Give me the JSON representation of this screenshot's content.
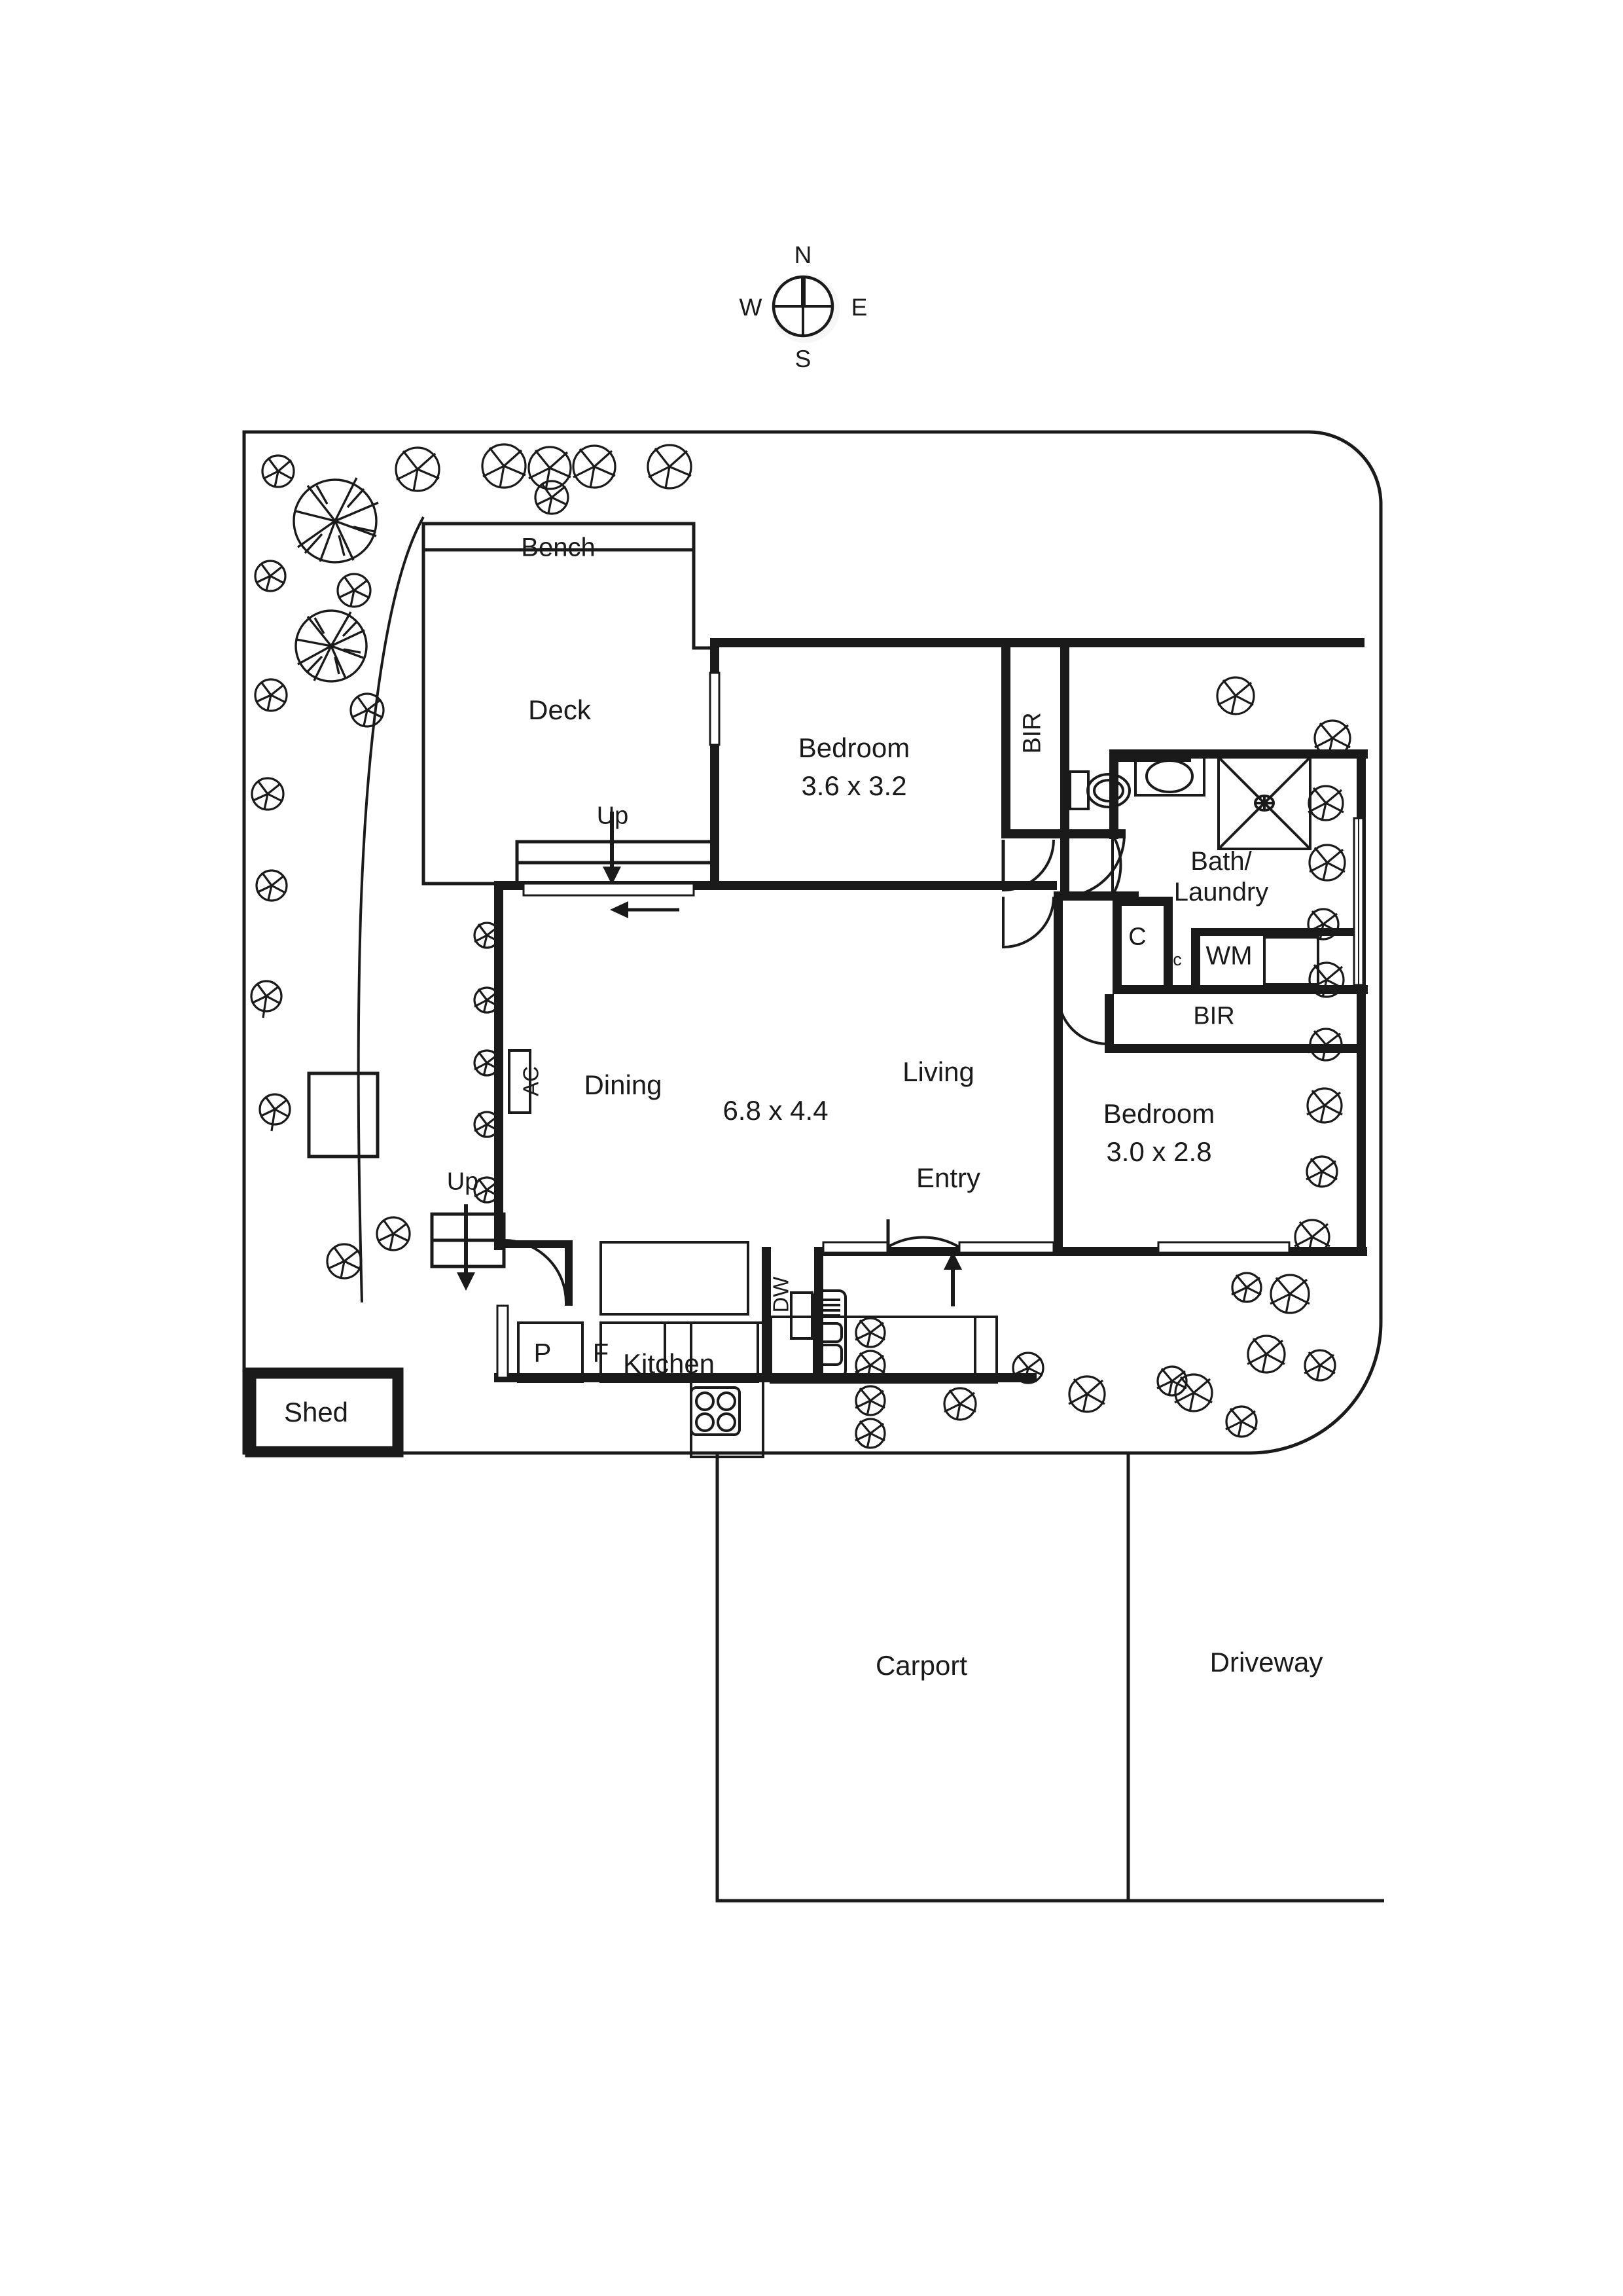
{
  "document": {
    "type": "residential-floor-plan",
    "line_color": "#1a1a1a",
    "background_color": "#ffffff"
  },
  "compass": {
    "name": "compass-rose",
    "north": "N",
    "east": "E",
    "south": "S",
    "west": "W"
  },
  "rooms": [
    {
      "key": "bench",
      "label": "Bench",
      "dims": ""
    },
    {
      "key": "deck",
      "label": "Deck",
      "dims": ""
    },
    {
      "key": "bedroom1",
      "label": "Bedroom",
      "dims": "3.6 x 3.2"
    },
    {
      "key": "bedroom2",
      "label": "Bedroom",
      "dims": "3.0 x 2.8"
    },
    {
      "key": "bath_laundry",
      "label": "Bath/\nLaundry",
      "dims": ""
    },
    {
      "key": "dining",
      "label": "Dining",
      "dims": ""
    },
    {
      "key": "living",
      "label": "Living",
      "dims": ""
    },
    {
      "key": "open_plan",
      "label": "",
      "dims": "6.8 x 4.4"
    },
    {
      "key": "kitchen",
      "label": "Kitchen",
      "dims": ""
    },
    {
      "key": "entry",
      "label": "Entry",
      "dims": ""
    },
    {
      "key": "shed",
      "label": "Shed",
      "dims": ""
    },
    {
      "key": "carport",
      "label": "Carport",
      "dims": ""
    },
    {
      "key": "driveway",
      "label": "Driveway",
      "dims": ""
    }
  ],
  "annotations": {
    "bir_bedroom1": "BIR",
    "bir_bedroom2": "BIR",
    "cupboard_large": "C",
    "cupboard_small": "c",
    "washing_machine": "WM",
    "dishwasher": "DW",
    "air_conditioner": "AC",
    "pantry": "P",
    "fridge": "F",
    "stairs_deck": "Up",
    "stairs_side": "Up"
  },
  "fixtures": [
    {
      "name": "toilet-icon"
    },
    {
      "name": "vanity-basin-icon"
    },
    {
      "name": "shower-icon"
    },
    {
      "name": "washing-machine-icon"
    },
    {
      "name": "sink-icon"
    },
    {
      "name": "cooktop-icon"
    },
    {
      "name": "kitchen-island-icon"
    },
    {
      "name": "bench-seat-icon"
    }
  ]
}
